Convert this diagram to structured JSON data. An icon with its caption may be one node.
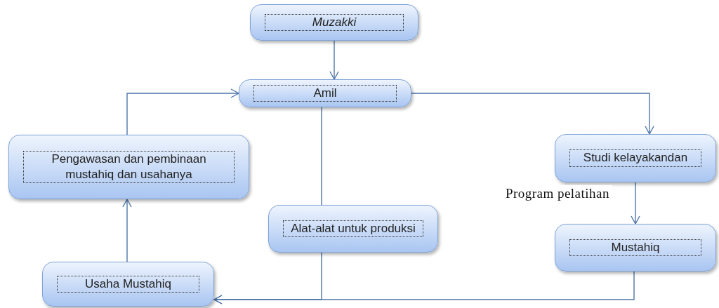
{
  "diagram": {
    "nodes": [
      {
        "text": [
          "Muzakki"
        ]
      },
      {
        "text": [
          "Amil"
        ]
      },
      {
        "text": [
          "Pengawasan dan pembinaan mustahiq dan usahanya"
        ]
      },
      {
        "text": [
          "Studi kelayakandan"
        ]
      },
      {
        "text": [
          "Alat-alat untuk produksi"
        ]
      },
      {
        "text": [
          "Mustahiq"
        ]
      },
      {
        "text": [
          "Usaha Mustahiq"
        ]
      }
    ],
    "edges": [
      {
        "from": 0,
        "to": 1,
        "arrow": "to"
      },
      {
        "from": 1,
        "to": 3,
        "arrow": "to"
      },
      {
        "from": 3,
        "to": 5,
        "arrow": "to",
        "label": "Program pelatihan"
      },
      {
        "from": 1,
        "to": 4,
        "arrow": "none"
      },
      {
        "from": 4,
        "to": 6,
        "arrow": "to"
      },
      {
        "from": 5,
        "to": 6,
        "arrow": "to"
      },
      {
        "from": 6,
        "to": 2,
        "arrow": "to"
      },
      {
        "from": 2,
        "to": 1,
        "arrow": "to"
      }
    ]
  }
}
